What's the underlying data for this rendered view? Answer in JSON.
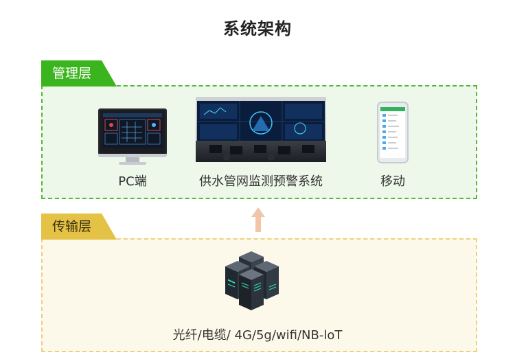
{
  "title": "系统架构",
  "management_layer": {
    "label": "管理层",
    "items": [
      {
        "caption": "PC端",
        "icon": "monitor-icon"
      },
      {
        "caption": "供水管网监测预警系统",
        "icon": "video-wall-photo"
      },
      {
        "caption": "移动",
        "icon": "phone-icon"
      }
    ]
  },
  "transport_layer": {
    "label": "传输层",
    "caption": "光纤/电缆/ 4G/5g/wifi/NB-loT",
    "icon": "server-rack-icon"
  },
  "colors": {
    "management_accent": "#3ab51d",
    "management_fill": "#eef8ea",
    "transport_accent": "#e4c246",
    "transport_fill": "#fdf9ea",
    "arrow": "#f0c5a8"
  }
}
